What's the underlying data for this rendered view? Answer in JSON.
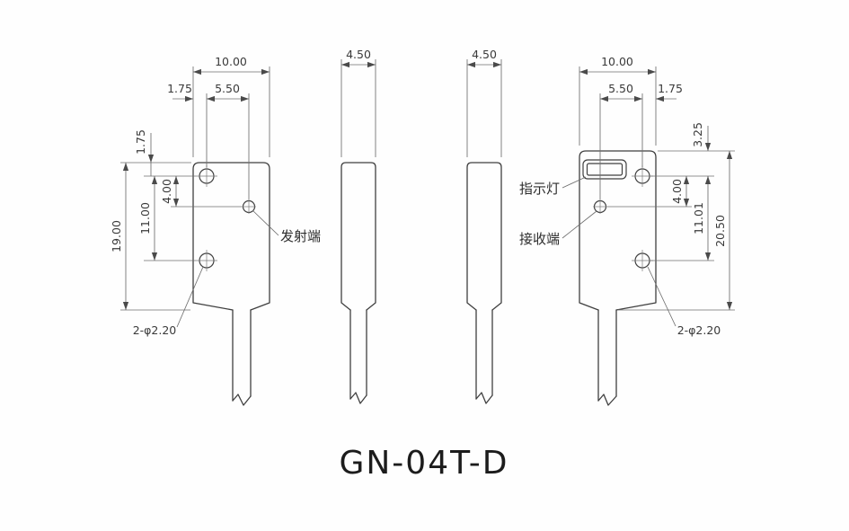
{
  "title": "GN-04T-D",
  "views": {
    "transmitter": {
      "dim_width": "10.00",
      "dim_left_margin": "1.75",
      "dim_hole_to_beam": "5.50",
      "dim_top_margin": "1.75",
      "dim_beam_offset": "4.00",
      "dim_hole_pitch": "11.00",
      "dim_height": "19.00",
      "dim_holes": "2-φ2.20",
      "label_beam": "发射端"
    },
    "side_a": {
      "dim_thickness": "4.50"
    },
    "side_b": {
      "dim_thickness": "4.50"
    },
    "receiver": {
      "dim_width": "10.00",
      "dim_beam_to_hole": "5.50",
      "dim_right_margin": "1.75",
      "dim_top_to_hole": "3.25",
      "dim_beam_offset": "4.00",
      "dim_hole_pitch": "11.01",
      "dim_height": "20.50",
      "dim_holes": "2-φ2.20",
      "label_indicator": "指示灯",
      "label_receiver": "接收端"
    }
  }
}
